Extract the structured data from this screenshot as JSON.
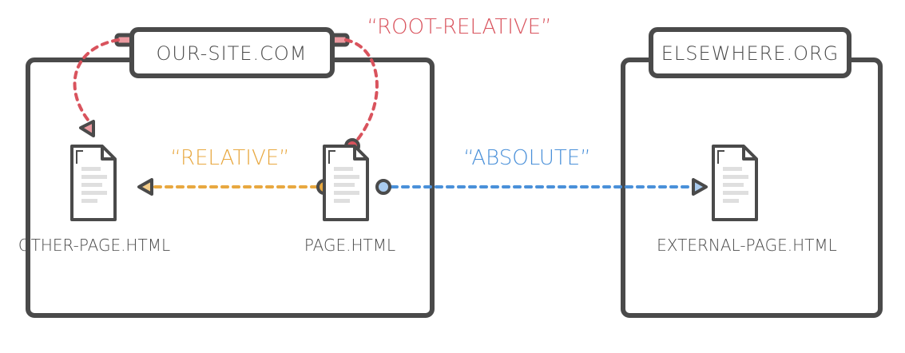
{
  "colors": {
    "outline": "#4a4a4a",
    "page_fill": "#ffffff",
    "line_fill": "#dfdfdf",
    "root_relative": "#d9535d",
    "relative": "#e8a840",
    "absolute": "#4a90d9",
    "tab_fill": "#ffffff"
  },
  "sites": {
    "our_site": {
      "title": "OUR-SITE.COM"
    },
    "elsewhere": {
      "title": "ELSEWHERE.ORG"
    }
  },
  "files": {
    "other_page": "OTHER-PAGE.HTML",
    "page": "PAGE.HTML",
    "external_page": "EXTERNAL-PAGE.HTML"
  },
  "links": {
    "root_relative": "“ROOT-RELATIVE”",
    "relative": "“RELATIVE”",
    "absolute": "“ABSOLUTE”"
  },
  "icons": {
    "file": "document-icon",
    "arrow": "triangle-arrowhead-icon",
    "endpoint": "circle-endpoint-icon"
  }
}
